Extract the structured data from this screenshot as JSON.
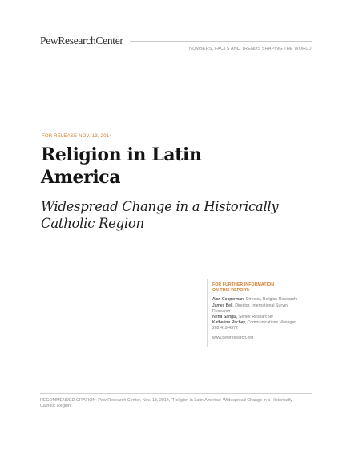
{
  "header": {
    "logo_left": "PewResearch",
    "logo_right": "Center",
    "tagline": "NUMBERS, FACTS AND TRENDS SHAPING THE WORLD"
  },
  "release": "FOR RELEASE NOV. 13, 2014",
  "title": {
    "line1": "Religion in Latin",
    "line2": "America"
  },
  "subtitle": {
    "line1": "Widespread Change in a Historically",
    "line2": "Catholic Region"
  },
  "info": {
    "heading_line1": "FOR FURTHER INFORMATION",
    "heading_line2": "ON THIS REPORT:",
    "contacts": [
      {
        "name": "Alan Cooperman,",
        "role": " Director, Religion Research"
      },
      {
        "name": "James Bell,",
        "role": " Director, International Survey"
      },
      {
        "name": "",
        "role": "Research"
      },
      {
        "name": "Neha Sahgal,",
        "role": " Senior Researcher"
      },
      {
        "name": "Katherine Ritchey,",
        "role": " Communications Manager"
      }
    ],
    "phone": "202.419.4372",
    "url": "www.pewresearch.org"
  },
  "citation": {
    "line1": "RECOMMENDED CITATION: Pew Research Center, Nov. 13, 2014, “Religion in Latin America: Widespread Change in a Historically",
    "line2": "Catholic Region”"
  }
}
